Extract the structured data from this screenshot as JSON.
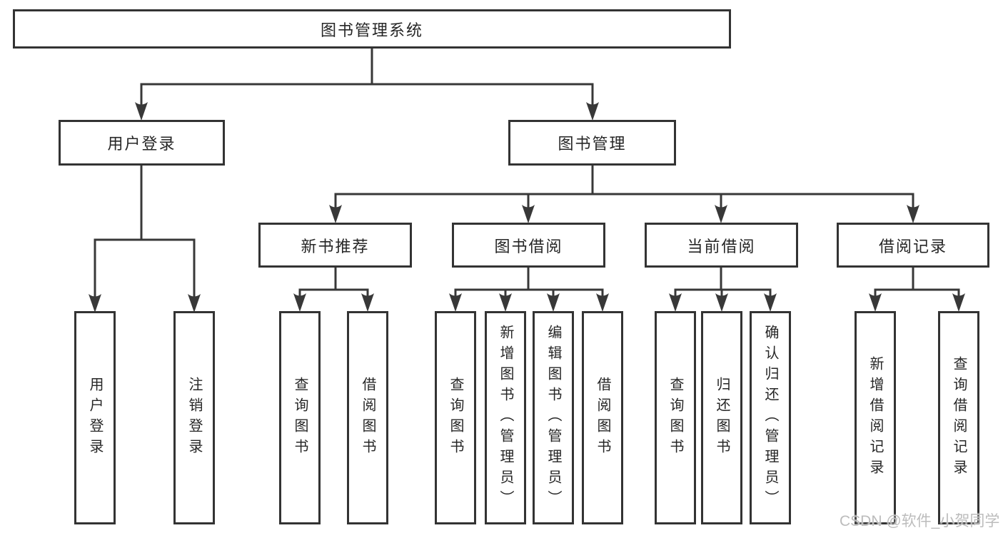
{
  "tree": {
    "root": {
      "label": "图书管理系统"
    },
    "branches": [
      {
        "label": "用户登录",
        "children": [
          {
            "label": "用户登录"
          },
          {
            "label": "注销登录"
          }
        ]
      },
      {
        "label": "图书管理",
        "children": [
          {
            "label": "新书推荐",
            "children": [
              {
                "label": "查询图书"
              },
              {
                "label": "借阅图书"
              }
            ]
          },
          {
            "label": "图书借阅",
            "children": [
              {
                "label": "查询图书"
              },
              {
                "label": "新增图书（管理员）"
              },
              {
                "label": "编辑图书（管理员）"
              },
              {
                "label": "借阅图书"
              }
            ]
          },
          {
            "label": "当前借阅",
            "children": [
              {
                "label": "查询图书"
              },
              {
                "label": "归还图书"
              },
              {
                "label": "确认归还（管理员）"
              }
            ]
          },
          {
            "label": "借阅记录",
            "children": [
              {
                "label": "新增借阅记录"
              },
              {
                "label": "查询借阅记录"
              }
            ]
          }
        ]
      }
    ]
  },
  "watermark": {
    "text": "CSDN @软件_小贺同学"
  },
  "colors": {
    "line": "#383838",
    "box_border": "#333333",
    "text": "#262626",
    "watermark": "#bcbcbc",
    "background": "#ffffff"
  }
}
